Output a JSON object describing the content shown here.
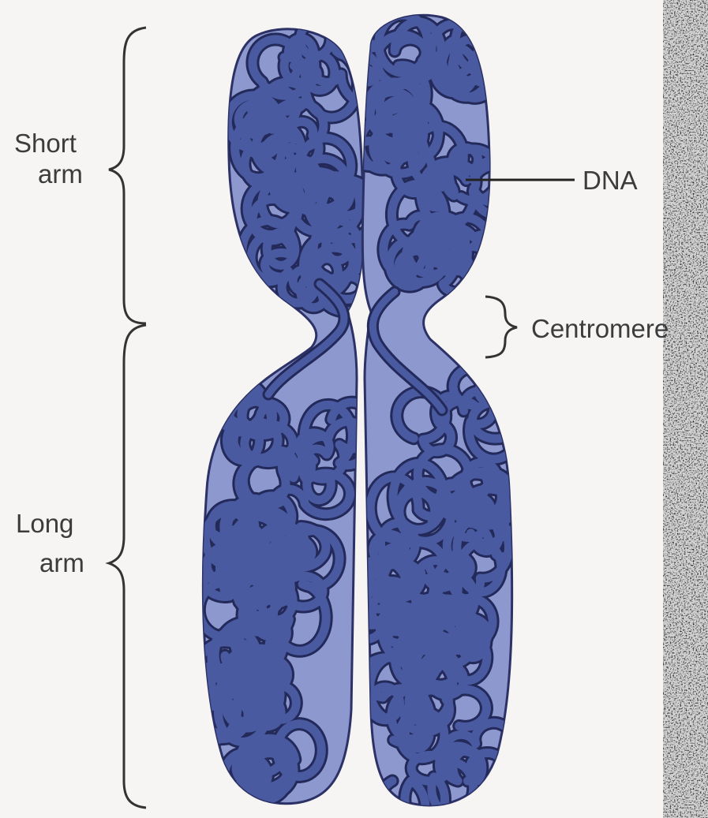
{
  "labels": {
    "short_arm_line1": "Short",
    "short_arm_line2": "arm",
    "long_arm_line1": "Long",
    "long_arm_line2": "arm",
    "dna": "DNA",
    "centromere": "Centromere"
  },
  "colors": {
    "background": "#f6f5f3",
    "chromatid_fill": "#8d98cf",
    "chromatid_outline": "#2c3266",
    "dna_strand": "#4a5aa0",
    "dna_outline": "#232a5a",
    "label_text": "#3c3c3c",
    "micrograph": "#cfcfcf"
  }
}
